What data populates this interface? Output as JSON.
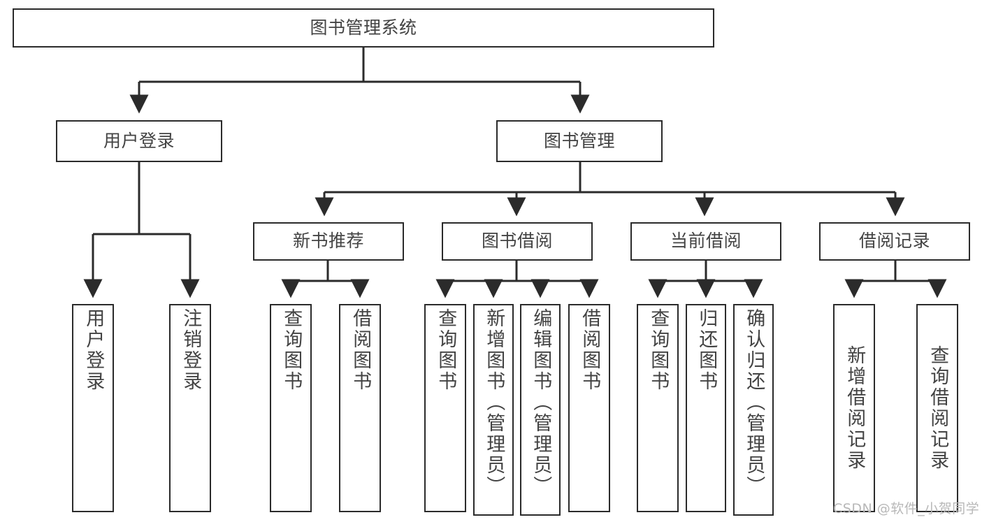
{
  "diagram": {
    "type": "tree-hierarchy-flowchart",
    "title": "图书管理系统",
    "watermark": "CSDN @软件_小贺同学",
    "colors": {
      "stroke": "#2b2b2b",
      "text": "#434343",
      "background": "#ffffff",
      "watermark": "#b8b8b8"
    },
    "nodes": {
      "root": {
        "label": "图书管理系统"
      },
      "level2": [
        {
          "id": "user-login",
          "label": "用户登录"
        },
        {
          "id": "book-manage",
          "label": "图书管理"
        }
      ],
      "level3": [
        {
          "id": "new-book-rec",
          "label": "新书推荐"
        },
        {
          "id": "book-borrow",
          "label": "图书借阅"
        },
        {
          "id": "current-borrow",
          "label": "当前借阅"
        },
        {
          "id": "borrow-record",
          "label": "借阅记录"
        }
      ],
      "leaves": {
        "user_login": [
          {
            "id": "leaf-user-login",
            "label": "用户登录"
          },
          {
            "id": "leaf-logout-login",
            "label": "注销登录"
          }
        ],
        "new_book_rec": [
          {
            "id": "leaf-query-book-1",
            "label": "查询图书"
          },
          {
            "id": "leaf-borrow-book-1",
            "label": "借阅图书"
          }
        ],
        "book_borrow": [
          {
            "id": "leaf-query-book-2",
            "label": "查询图书"
          },
          {
            "id": "leaf-add-book",
            "label": "新增图书（管理员）"
          },
          {
            "id": "leaf-edit-book",
            "label": "编辑图书（管理员）"
          },
          {
            "id": "leaf-borrow-book-2",
            "label": "借阅图书"
          }
        ],
        "current_borrow": [
          {
            "id": "leaf-query-book-3",
            "label": "查询图书"
          },
          {
            "id": "leaf-return-book",
            "label": "归还图书"
          },
          {
            "id": "leaf-confirm-return",
            "label": "确认归还（管理员）"
          }
        ],
        "borrow_record": [
          {
            "id": "leaf-add-record",
            "label": "新增借阅记录"
          },
          {
            "id": "leaf-query-record",
            "label": "查询借阅记录"
          }
        ]
      }
    }
  }
}
